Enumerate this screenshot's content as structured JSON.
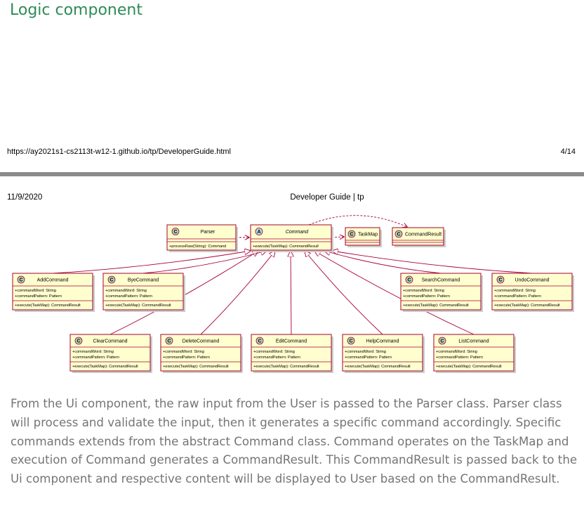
{
  "heading": "Logic component",
  "footer": {
    "url": "https://ay2021s1-cs2113t-w12-1.github.io/tp/DeveloperGuide.html",
    "page": "4/14"
  },
  "page_header": {
    "date": "11/9/2020",
    "title": "Developer Guide | tp"
  },
  "diagram": {
    "parser": {
      "stereotype": "C",
      "name": "Parser",
      "method": "+processRaw(String): Command"
    },
    "command": {
      "stereotype": "A",
      "name": "Command",
      "method": "+execute(TaskMap): CommandResult"
    },
    "taskmap": {
      "stereotype": "C",
      "name": "TaskMap"
    },
    "commandresult": {
      "stereotype": "C",
      "name": "CommandResult"
    },
    "subclasses": [
      {
        "stereotype": "C",
        "name": "AddCommand",
        "attr1": "+commandWord: String",
        "attr2": "+commandPattern: Pattern",
        "method": "+execute(TaskMap): CommandResult"
      },
      {
        "stereotype": "C",
        "name": "ByeCommand",
        "attr1": "+commandWord: String",
        "attr2": "+commandPattern: Pattern",
        "method": "+execute(TaskMap): CommandResult"
      },
      {
        "stereotype": "C",
        "name": "SearchCommand",
        "attr1": "+commandWord: String",
        "attr2": "+commandPattern: Pattern",
        "method": "+execute(TaskMap): CommandResult"
      },
      {
        "stereotype": "C",
        "name": "UndoCommand",
        "attr1": "+commandWord: String",
        "attr2": "+commandPattern: Pattern",
        "method": "+execute(TaskMap): CommandResult"
      },
      {
        "stereotype": "C",
        "name": "ClearCommand",
        "attr1": "+commandWord: String",
        "attr2": "+commandPattern: Pattern",
        "method": "+execute(TaskMap): CommandResult"
      },
      {
        "stereotype": "C",
        "name": "DeleteCommand",
        "attr1": "+commandWord: String",
        "attr2": "+commandPattern: Pattern",
        "method": "+execute(TaskMap): CommandResult"
      },
      {
        "stereotype": "C",
        "name": "EditCommand",
        "attr1": "+commandWord: String",
        "attr2": "+commandPattern: Pattern",
        "method": "+execute(TaskMap): CommandResult"
      },
      {
        "stereotype": "C",
        "name": "HelpCommand",
        "attr1": "+commandWord: String",
        "attr2": "+commandPattern: Pattern",
        "method": "+execute(TaskMap): CommandResult"
      },
      {
        "stereotype": "C",
        "name": "ListCommand",
        "attr1": "+commandWord: String",
        "attr2": "+commandPattern: Pattern",
        "method": "+execute(TaskMap): CommandResult"
      }
    ],
    "colors": {
      "box_fill": "#fefece",
      "box_border": "#a80036",
      "class_circle": "#add1b2",
      "abstract_circle": "#a9dcdf"
    }
  },
  "paragraph": "From the Ui component, the raw input from the User is passed to the Parser class. Parser class will process and validate the input, then it generates a specific command accordingly. Specific commands extends from the abstract Command class. Command operates on the TaskMap and execution of Command generates a CommandResult. This CommandResult is passed back to the Ui component and respective content will be displayed to User based on the CommandResult."
}
